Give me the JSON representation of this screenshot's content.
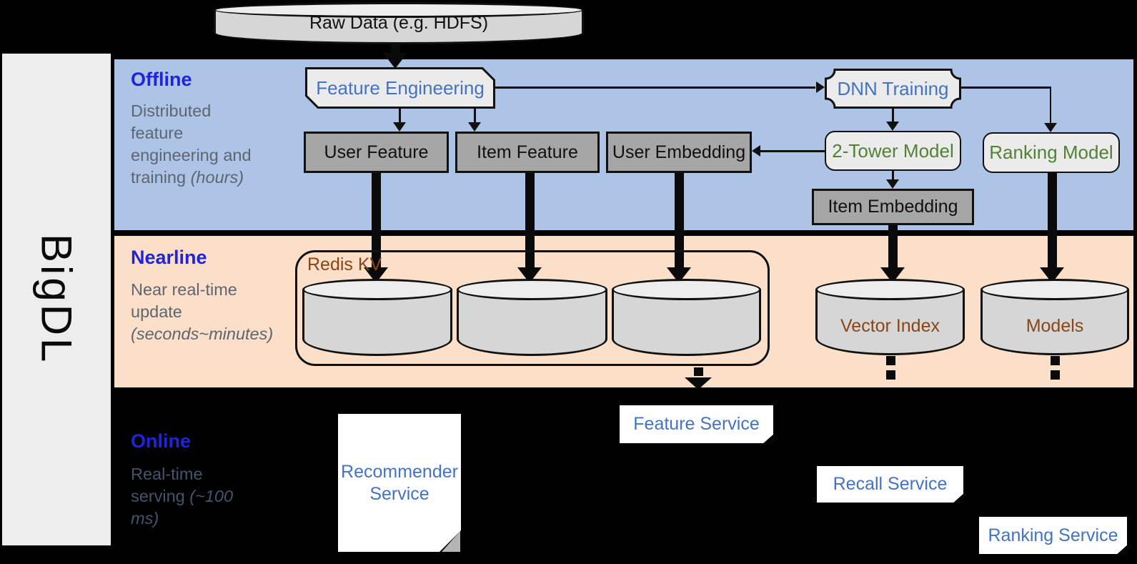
{
  "colors": {
    "band-blue": "#aec4e6",
    "band-peach": "#fbdfc9",
    "label-blue": "#1f24dc",
    "node-blue": "#4472c4",
    "node-green": "#538135",
    "node-brown": "#8a4517",
    "desc-gray": "#5d6670",
    "online-desc": "#44546a",
    "gray-box": "#a6a6a6",
    "light-box": "#ebebeb",
    "cyl-body": "#d6d6d6",
    "cyl-top": "#ededed"
  },
  "brand": {
    "label": "BigDL"
  },
  "source_db": {
    "label": "Raw Data (e.g. HDFS)"
  },
  "sections": {
    "offline": {
      "title": "Offline",
      "desc": "Distributed feature engineering and training",
      "note": "(hours)"
    },
    "nearline": {
      "title": "Nearline",
      "desc": "Near real-time update",
      "note": "(seconds~minutes)"
    },
    "online": {
      "title": "Online",
      "desc": "Real-time serving",
      "note": "(~100 ms)"
    }
  },
  "offline_nodes": {
    "feature_engineering": {
      "label": "Feature Engineering"
    },
    "dnn_training": {
      "label": "DNN Training"
    },
    "user_feature": {
      "label": "User Feature"
    },
    "item_feature": {
      "label": "Item Feature"
    },
    "user_embedding": {
      "label": "User Embedding"
    },
    "two_tower_model": {
      "label": "2-Tower Model"
    },
    "ranking_model": {
      "label": "Ranking Model"
    },
    "item_embedding": {
      "label": "Item Embedding"
    }
  },
  "nearline_nodes": {
    "redis_kv": {
      "label": "Redis KV"
    },
    "vector_index": {
      "label": "Vector Index"
    },
    "models": {
      "label": "Models"
    }
  },
  "online_nodes": {
    "recommender_service": {
      "label": "Recommender Service"
    },
    "feature_service": {
      "label": "Feature Service"
    },
    "recall_service": {
      "label": "Recall Service"
    },
    "ranking_service": {
      "label": "Ranking Service"
    }
  }
}
